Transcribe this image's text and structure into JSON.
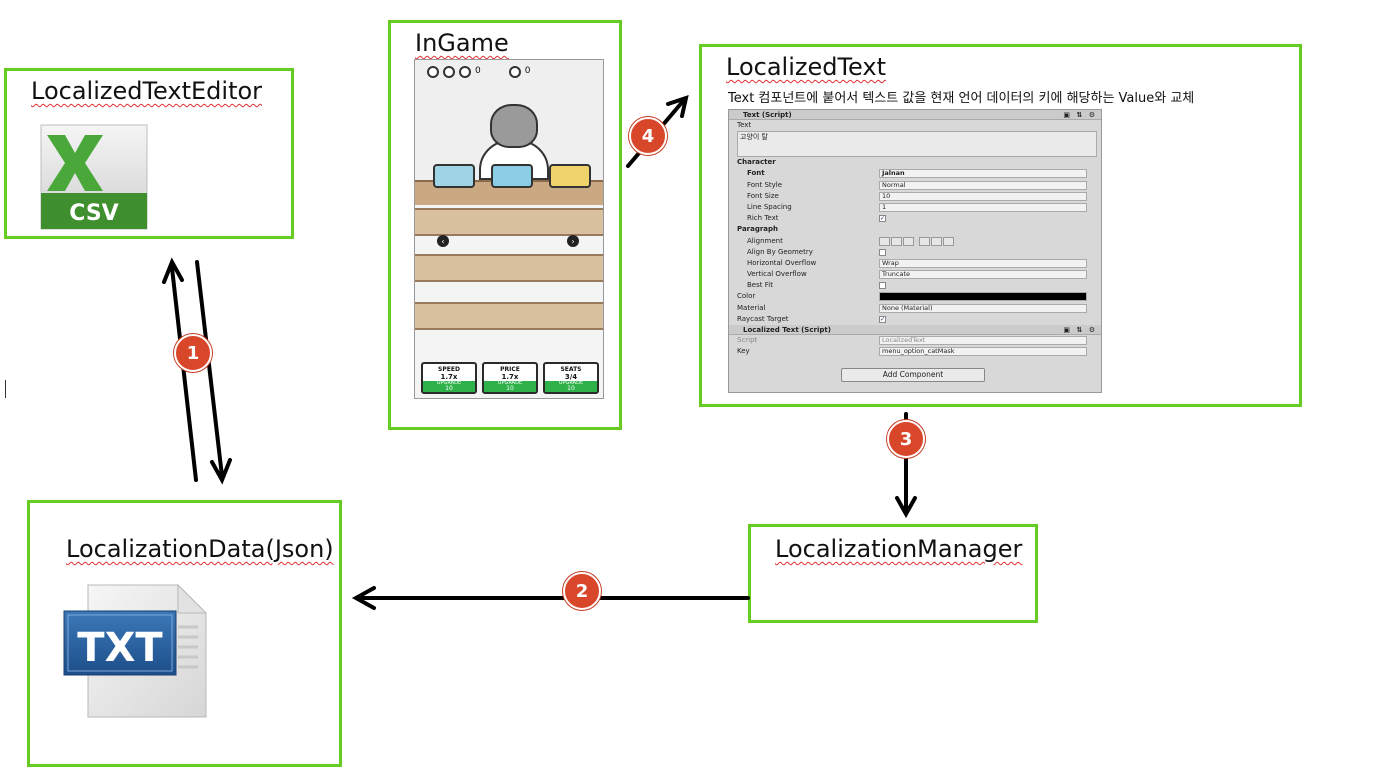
{
  "boxes": {
    "editor": {
      "title": "LocalizedTextEditor",
      "icon_label": "CSV",
      "icon_letter": "X"
    },
    "ingame": {
      "title": "InGame"
    },
    "loctext": {
      "title": "LocalizedText",
      "description": "Text 컴포넌트에 붙어서 텍스트 값을 현재 언어 데이터의 키에 해당하는 Value와 교체"
    },
    "data": {
      "title": "LocalizationData(Json)",
      "icon_label": "TXT"
    },
    "manager": {
      "title": "LocalizationManager"
    }
  },
  "steps": [
    "1",
    "2",
    "3",
    "4"
  ],
  "game": {
    "hud_count_1": "0",
    "hud_count_2": "0",
    "upgrades": [
      {
        "name": "SPEED",
        "value": "1.7x",
        "button": "UPGRADE",
        "cost": "10"
      },
      {
        "name": "PRICE",
        "value": "1.7x",
        "button": "UPGRADE",
        "cost": "10"
      },
      {
        "name": "SEATS",
        "value": "3/4",
        "button": "UPGRADE",
        "cost": "10"
      }
    ]
  },
  "inspector": {
    "component_title": "Text (Script)",
    "text_label": "Text",
    "text_value": "고양이 탈",
    "character_header": "Character",
    "font_label": "Font",
    "font_value": "Jalnan",
    "font_style_label": "Font Style",
    "font_style_value": "Normal",
    "font_size_label": "Font Size",
    "font_size_value": "10",
    "line_spacing_label": "Line Spacing",
    "line_spacing_value": "1",
    "rich_text_label": "Rich Text",
    "paragraph_header": "Paragraph",
    "alignment_label": "Alignment",
    "align_geometry_label": "Align By Geometry",
    "horizontal_overflow_label": "Horizontal Overflow",
    "horizontal_overflow_value": "Wrap",
    "vertical_overflow_label": "Vertical Overflow",
    "vertical_overflow_value": "Truncate",
    "best_fit_label": "Best Fit",
    "color_label": "Color",
    "material_label": "Material",
    "material_value": "None (Material)",
    "raycast_label": "Raycast Target",
    "localized_title": "Localized Text (Script)",
    "script_label": "Script",
    "script_value": "LocalizedText",
    "key_label": "Key",
    "key_value": "menu_option_catMask",
    "add_component": "Add Component"
  }
}
